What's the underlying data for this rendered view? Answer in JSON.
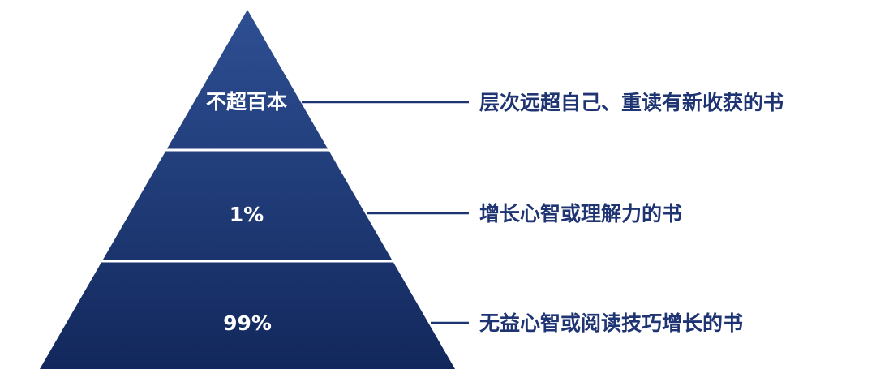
{
  "pyramid": {
    "tiers": [
      {
        "label": "不超百本",
        "description": "层次远超自己、重读有新收获的书"
      },
      {
        "label": "1%",
        "description": "增长心智或理解力的书"
      },
      {
        "label": "99%",
        "description": "无益心智或阅读技巧增长的书"
      }
    ]
  },
  "colors": {
    "fill_top": "#2e4f93",
    "fill_bottom": "#12285c",
    "divider": "#ffffff",
    "line": "#1f3472",
    "text_on_fill": "#ffffff",
    "description_text": "#1f3472"
  }
}
